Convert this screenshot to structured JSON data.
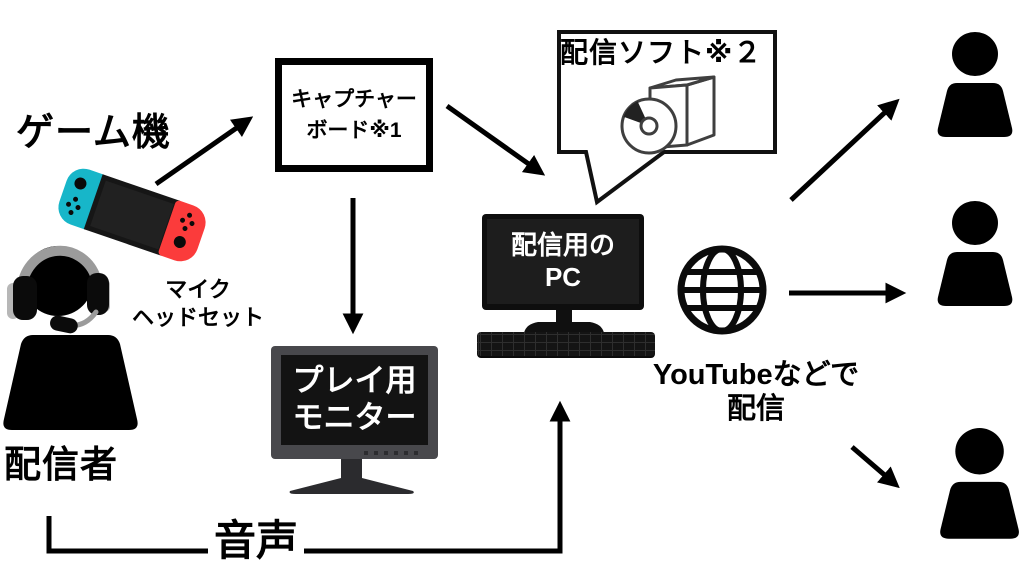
{
  "diagram": {
    "background_color": "#ffffff",
    "line_color": "#000000",
    "labels": {
      "game_console": "ゲーム機",
      "capture_board_line1": "キャプチャー",
      "capture_board_line2": "ボード※1",
      "streaming_software": "配信ソフト※２",
      "streaming_pc_line1": "配信用の",
      "streaming_pc_line2": "PC",
      "play_monitor_line1": "プレイ用",
      "play_monitor_line2": "モニター",
      "mic_headset_line1": "マイク",
      "mic_headset_line2": "ヘッドセット",
      "streamer": "配信者",
      "broadcast_line1": "YouTubeなどで",
      "broadcast_line2": "配信",
      "audio": "音声"
    },
    "icons": {
      "game_console": "nintendo-switch-icon",
      "streamer": "person-with-headset-icon",
      "streaming_software": "software-box-cd-icon",
      "streaming_pc": "desktop-pc-with-keyboard-icon",
      "internet": "globe-icon",
      "play_monitor": "desktop-monitor-icon",
      "viewers": "person-icon"
    },
    "colors": {
      "joycon_left_blue": "#17b6c9",
      "joycon_right_red": "#fb3b3b",
      "console_body": "#161616",
      "headset_gray": "#9b9b9b",
      "play_monitor_bezel": "#48484c",
      "silhouette_black": "#000000",
      "screen_text_white": "#ffffff"
    },
    "viewer_count": 3
  }
}
